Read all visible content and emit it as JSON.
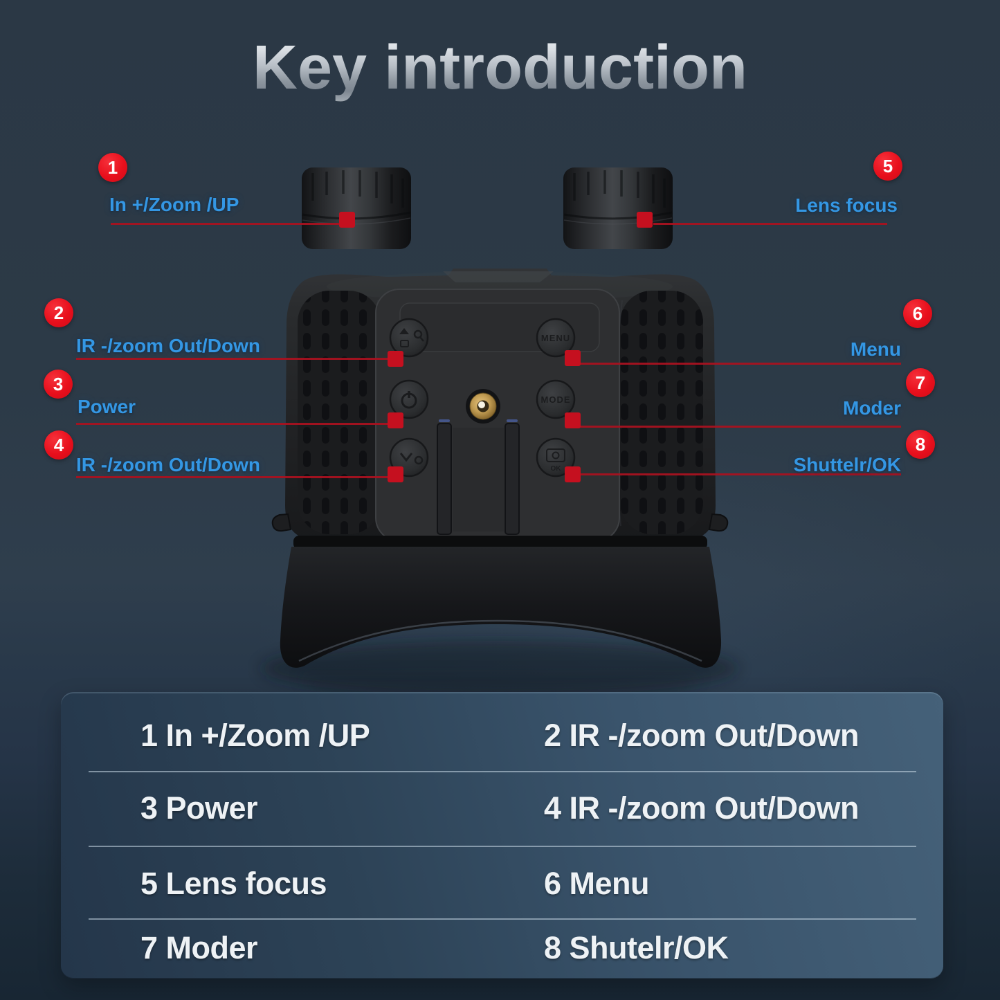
{
  "title": "Key introduction",
  "callouts": [
    {
      "number": "1",
      "label": "In +/Zoom /UP"
    },
    {
      "number": "2",
      "label": "IR -/zoom Out/Down"
    },
    {
      "number": "3",
      "label": "Power"
    },
    {
      "number": "4",
      "label": "IR -/zoom Out/Down"
    },
    {
      "number": "5",
      "label": "Lens focus"
    },
    {
      "number": "6",
      "label": "Menu"
    },
    {
      "number": "7",
      "label": "Moder"
    },
    {
      "number": "8",
      "label": "Shuttelr/OK"
    }
  ],
  "device": {
    "name": "night-vision-binoculars",
    "button_menu": "MENU",
    "button_mode": "MODE",
    "button_ok": "OK"
  },
  "table": {
    "rows": [
      {
        "left": "1 In +/Zoom /UP",
        "right": "2 IR -/zoom Out/Down"
      },
      {
        "left": "3 Power",
        "right": "4 IR -/zoom Out/Down"
      },
      {
        "left": "5 Lens focus",
        "right": "6 Menu"
      },
      {
        "left": "7 Moder",
        "right": "8 Shutelr/OK"
      }
    ]
  },
  "colors": {
    "background_top": "#2c3946",
    "background_bottom": "#182633",
    "label_blue": "#3497e4",
    "callout_red": "#e80f1c",
    "line_red": "#a81220",
    "marker_red": "#c5101f",
    "panel_dark": "#24364a",
    "panel_light": "#456179",
    "table_text": "#eef2f5"
  }
}
